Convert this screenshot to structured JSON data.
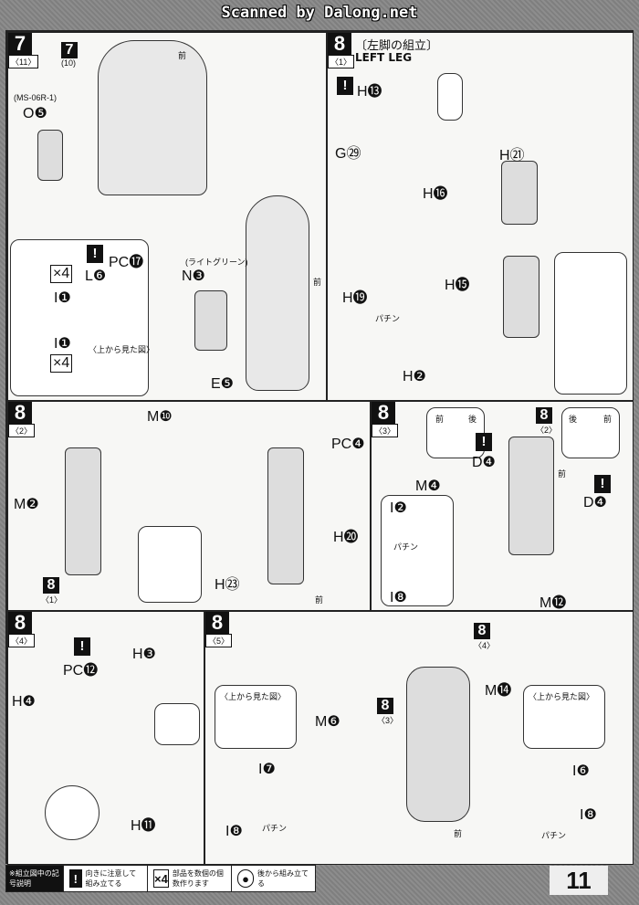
{
  "watermark": "Scanned by Dalong.net",
  "page_number": "11",
  "panels": {
    "p7": {
      "step": "7",
      "sub": "〈11〉",
      "ref": "7",
      "ref_sub": "(10)",
      "front": "前",
      "ms": "(MS-06R-1)",
      "o5": "O❺",
      "pc17": "PC⓱",
      "l6": "L❻",
      "i1a": "I❶",
      "i1b": "I❶",
      "x4a": "×4",
      "x4b": "×4",
      "topview": "〈上から見た図〉",
      "lightgreen": "(ライトグリーン)",
      "n3": "N❸",
      "e5": "E❺",
      "front2": "前"
    },
    "p8_1": {
      "step": "8",
      "sub": "〈1〉",
      "title_jp": "〔左脚の組立〕",
      "title_en": "LEFT LEG",
      "h13": "H⓭",
      "g29": "G㉙",
      "h16": "H⓰",
      "h21": "H㉑",
      "h15": "H⓯",
      "h19": "H⓳",
      "h2": "H❷",
      "snap": "パチン"
    },
    "p8_2": {
      "step": "8",
      "sub": "〈2〉",
      "m10": "M❿",
      "m2": "M❷",
      "ref": "8",
      "ref_sub": "〈1〉",
      "pc4": "PC❹",
      "h20": "H⓴",
      "h23": "H㉓",
      "front": "前"
    },
    "p8_3": {
      "step": "8",
      "sub": "〈3〉",
      "front_l": "前",
      "back_l": "後",
      "back_r": "後",
      "front_r": "前",
      "d4a": "D❹",
      "d4b": "D❹",
      "ref": "8",
      "ref_sub": "〈2〉",
      "front": "前",
      "m4": "M❹",
      "i2": "I❷",
      "snap": "パチン",
      "i8": "I❽",
      "m12": "M⓬"
    },
    "p8_4": {
      "step": "8",
      "sub": "〈4〉",
      "pc12": "PC⓬",
      "h3": "H❸",
      "h4": "H❹",
      "h11": "H⓫"
    },
    "p8_5": {
      "step": "8",
      "sub": "〈5〉",
      "ref4": "8",
      "ref4_sub": "〈4〉",
      "ref3": "8",
      "ref3_sub": "〈3〉",
      "m6": "M❻",
      "m14": "M⓮",
      "topview_l": "〈上から見た図〉",
      "topview_r": "〈上から見た図〉",
      "i7": "I❼",
      "i8l": "I❽",
      "i6": "I❻",
      "i8r": "I❽",
      "snap_l": "パチン",
      "snap_r": "パチン",
      "front": "前"
    }
  },
  "legend": {
    "caption": "※組立図中の記号説明",
    "items": [
      {
        "icon": "!",
        "text": "向きに注意して組み立てる"
      },
      {
        "icon": "×4",
        "text": "部品を数個の個数作ります"
      },
      {
        "icon": "●",
        "text": "後から組み立てる"
      }
    ]
  }
}
